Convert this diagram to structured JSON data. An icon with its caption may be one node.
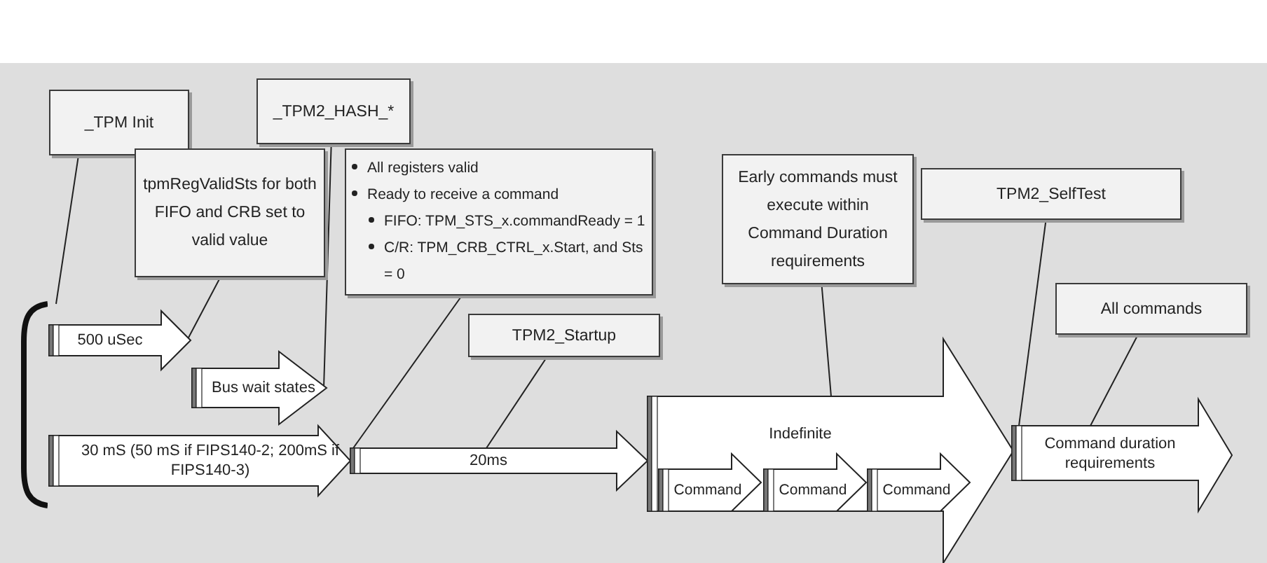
{
  "diagram": {
    "nodes": [
      {
        "text": [
          "_TPM Init"
        ]
      },
      {
        "text": [
          "tpmRegValidSts for both FIFO and CRB set to valid value"
        ]
      },
      {
        "text": [
          "_TPM2_HASH_*"
        ]
      },
      {
        "text": [
          "All registers valid",
          "Ready to receive a command",
          "FIFO: TPM_STS_x.commandReady = 1",
          "C/R: TPM_CRB_CTRL_x.Start, and Sts = 0"
        ]
      },
      {
        "text": [
          "TPM2_Startup"
        ]
      },
      {
        "text": [
          "Early commands must execute within Command Duration requirements"
        ]
      },
      {
        "text": [
          "TPM2_SelfTest"
        ]
      },
      {
        "text": [
          "All commands"
        ]
      },
      {
        "text": [
          "500 uSec"
        ]
      },
      {
        "text": [
          "Bus wait states"
        ]
      },
      {
        "text": [
          "30 mS (50 mS if  FIPS140-2; 200mS if FIPS140-3)"
        ]
      },
      {
        "text": [
          "20ms"
        ]
      },
      {
        "text": [
          "Indefinite"
        ]
      },
      {
        "text": [
          "Command"
        ],
        "in": 12
      },
      {
        "text": [
          "Command"
        ],
        "in": 12
      },
      {
        "text": [
          "Command"
        ],
        "in": 12
      },
      {
        "text": [
          "Command duration requirements"
        ]
      },
      {
        "text": [],
        "shape": "bracket"
      }
    ],
    "edges": [
      {
        "from": 0,
        "to": 17,
        "arrow": "none"
      },
      {
        "from": 1,
        "to": 8,
        "arrow": "none"
      },
      {
        "from": 2,
        "to": 9,
        "arrow": "none"
      },
      {
        "from": 3,
        "to": 11,
        "arrow": "none"
      },
      {
        "from": 4,
        "to": 11,
        "arrow": "none"
      },
      {
        "from": 5,
        "to": 12,
        "arrow": "none"
      },
      {
        "from": 6,
        "to": 16,
        "arrow": "none"
      },
      {
        "from": 7,
        "to": 16,
        "arrow": "none"
      }
    ]
  }
}
